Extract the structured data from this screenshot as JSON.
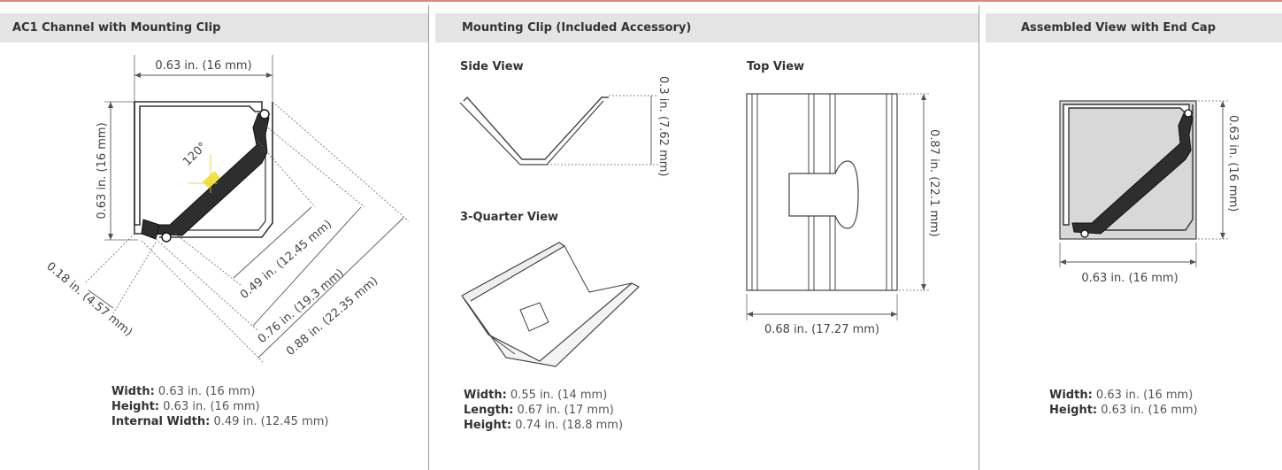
{
  "panels": {
    "channel": {
      "title": "AC1 Channel with Mounting Clip",
      "dims": {
        "top_width": "0.63 in. (16 mm)",
        "height": "0.63 in. (16 mm)",
        "angle": "120°",
        "lip": "0.18 in. (4.57 mm)",
        "inner": "0.49 in. (12.45 mm)",
        "mid": "0.76 in. (19.3 mm)",
        "outer": "0.88 in. (22.35 mm)"
      },
      "specs": [
        {
          "label": "Width:",
          "value": "0.63 in. (16 mm)"
        },
        {
          "label": "Height:",
          "value": "0.63 in. (16 mm)"
        },
        {
          "label": "Internal Width:",
          "value": "0.49 in. (12.45 mm)"
        }
      ]
    },
    "clip": {
      "title": "Mounting Clip (Included Accessory)",
      "side_view": "Side View",
      "top_view": "Top View",
      "three_quarter_view": "3-Quarter View",
      "dims": {
        "side_height": "0.3 in. (7.62 mm)",
        "top_height": "0.87 in. (22.1 mm)",
        "top_width": "0.68 in. (17.27 mm)"
      },
      "specs": [
        {
          "label": "Width:",
          "value": "0.55 in. (14 mm)"
        },
        {
          "label": "Length:",
          "value": "0.67 in. (17 mm)"
        },
        {
          "label": "Height:",
          "value": "0.74 in. (18.8 mm)"
        }
      ]
    },
    "assembled": {
      "title": "Assembled View with End Cap",
      "dims": {
        "height": "0.63 in. (16 mm)",
        "width": "0.63 in. (16 mm)"
      },
      "specs": [
        {
          "label": "Width:",
          "value": "0.63 in. (16 mm)"
        },
        {
          "label": "Height:",
          "value": "0.63 in. (16 mm)"
        }
      ]
    }
  },
  "colors": {
    "accent_line": "#d98a7c",
    "header_bg": "#e4e4e4",
    "led_strip": "#f2e24a",
    "profile_fill": "#2e2e2e",
    "end_cap_fill": "#d8d8d8"
  }
}
